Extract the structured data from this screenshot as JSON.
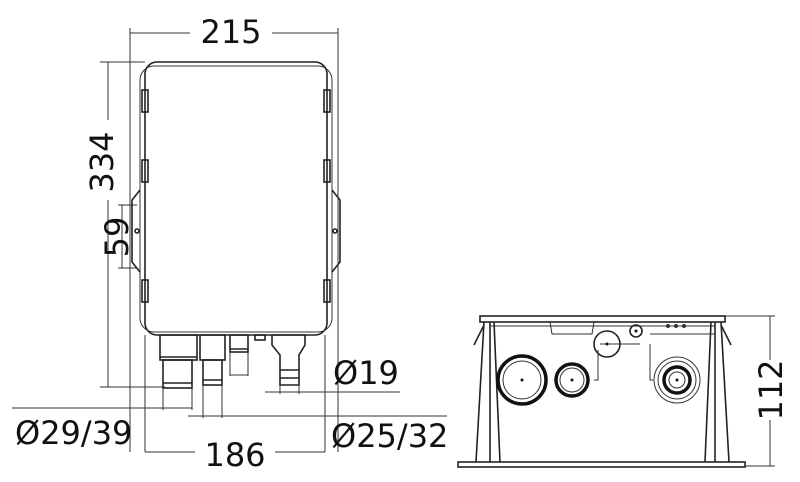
{
  "dimensions": {
    "width": "215",
    "height": "334",
    "bracket_spacing": "59",
    "bottom_width": "186",
    "outlet_small": "Ø19",
    "outlet_left": "Ø29/39",
    "outlet_right": "Ø25/32",
    "side_height": "112"
  }
}
